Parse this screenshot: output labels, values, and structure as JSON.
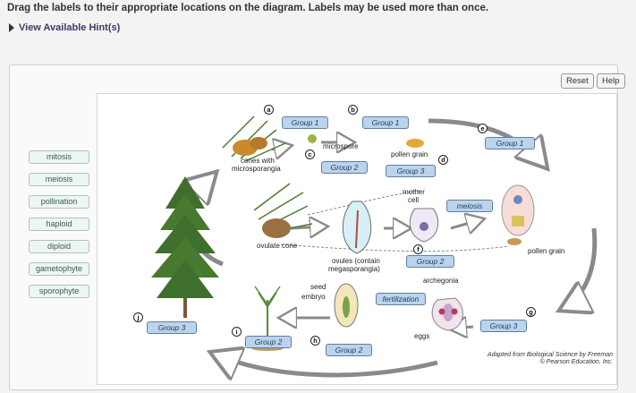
{
  "instructions": "Drag the labels to their appropriate locations on the diagram. Labels may be used more than once.",
  "hint_link": "View Available Hint(s)",
  "buttons": {
    "reset": "Reset",
    "help": "Help"
  },
  "label_bank": [
    "mitosis",
    "meiosis",
    "pollination",
    "haploid",
    "diploid",
    "gametophyte",
    "sporophyte"
  ],
  "targets": {
    "t1": "Group 1",
    "t2": "Group 1",
    "t3": "Group 1",
    "t4": "Group 2",
    "t5": "Group 3",
    "t6": "meiosis",
    "t7": "Group 2",
    "t8": "fertilization",
    "t9": "Group 3",
    "t10": "Group 3",
    "t11": "Group 2",
    "t12": "Group 2"
  },
  "letters": {
    "a": "a",
    "b": "b",
    "c": "c",
    "d": "d",
    "e": "e",
    "f": "f",
    "g": "g",
    "h": "h",
    "i": "i",
    "j": "j"
  },
  "diagram_labels": {
    "microspore": "microspore",
    "cones_line1": "cones with",
    "cones_line2": "microsporangia",
    "pollen_grain_top": "pollen grain",
    "mother_cell_line1": "mother",
    "mother_cell_line2": "cell",
    "ovulate_cone": "ovulate cone",
    "ovules_line1": "ovules (contain",
    "ovules_line2": "megasporangia)",
    "pollen_grain_right": "pollen grain",
    "archegonia": "archegonia",
    "seed": "seed",
    "embryo": "embryo",
    "eggs": "eggs"
  },
  "credit": {
    "line1": "Adapted from Biological Science by Freeman",
    "line2": "© Pearson Education, Inc."
  }
}
